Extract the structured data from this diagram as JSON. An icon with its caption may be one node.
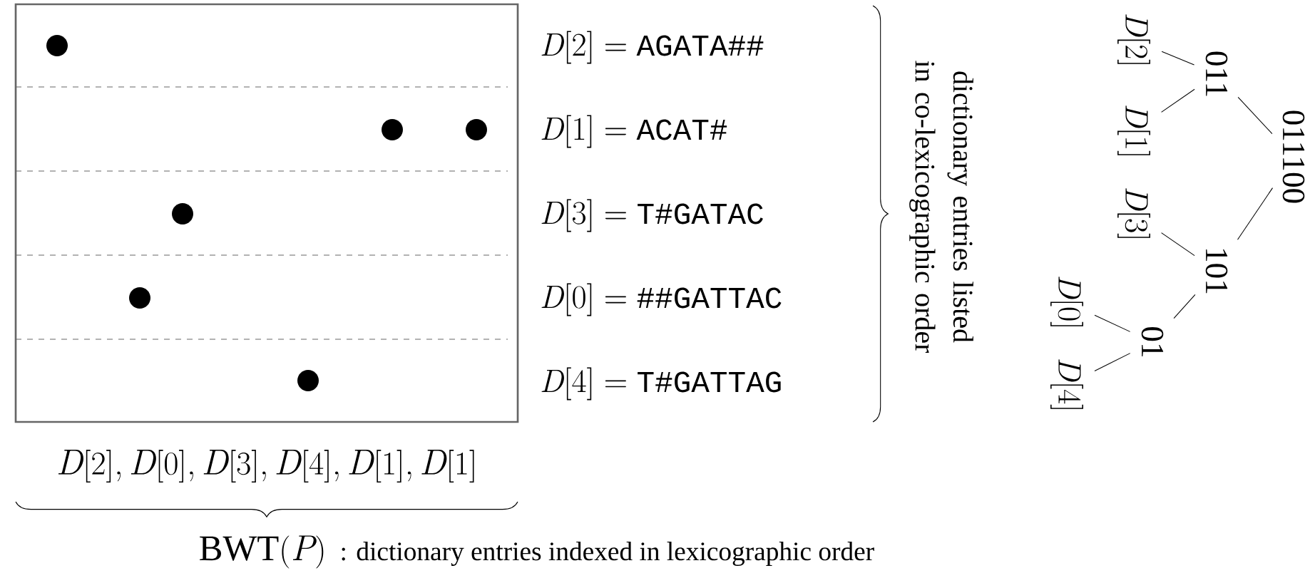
{
  "diagram": {
    "nodes": [
      {
        "text": [
          "011100"
        ]
      },
      {
        "text": [
          "011"
        ]
      },
      {
        "text": [
          "101"
        ]
      },
      {
        "text": [
          "01"
        ]
      },
      {
        "text": [
          "D[2]"
        ]
      },
      {
        "text": [
          "D[1]"
        ]
      },
      {
        "text": [
          "D[3]"
        ]
      },
      {
        "text": [
          "D[0]"
        ]
      },
      {
        "text": [
          "D[4]"
        ]
      }
    ],
    "edges": [
      {
        "from": 0,
        "to": 1,
        "arrow": "none"
      },
      {
        "from": 0,
        "to": 2,
        "arrow": "none"
      },
      {
        "from": 1,
        "to": 4,
        "arrow": "none"
      },
      {
        "from": 1,
        "to": 5,
        "arrow": "none"
      },
      {
        "from": 2,
        "to": 6,
        "arrow": "none"
      },
      {
        "from": 2,
        "to": 3,
        "arrow": "none"
      },
      {
        "from": 3,
        "to": 7,
        "arrow": "none"
      },
      {
        "from": 3,
        "to": 8,
        "arrow": "none"
      }
    ],
    "labels": [
      "D[2] =",
      "AGATA##",
      "D[1] =",
      "ACAT#",
      "D[3] =",
      "T#GATAC",
      "D[0] =",
      "##GATTAC",
      "D[4] =",
      "T#GATTAG",
      "dictionary entries listed in co-lexicographic order",
      "D[2], D[0], D[3], D[4], D[1], D[1]",
      "\\mathrm{BWT}(P)",
      ": dictionary entries indexed in lexicographic order"
    ]
  }
}
